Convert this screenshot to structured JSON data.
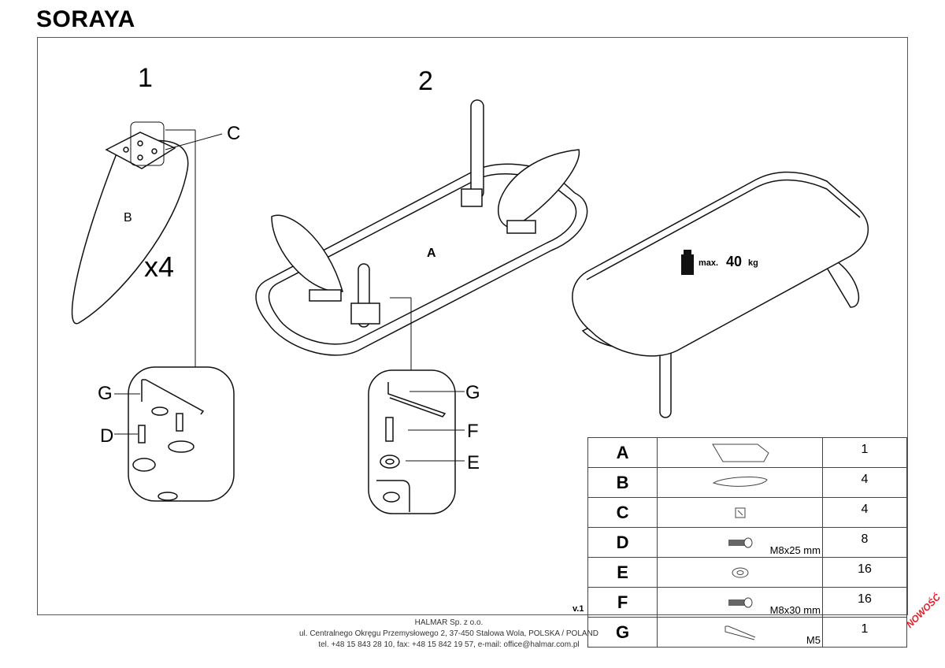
{
  "title": "SORAYA",
  "steps": {
    "step1": "1",
    "step2": "2"
  },
  "labels": {
    "part_b": "B",
    "part_a": "A",
    "multiplier": "x4",
    "c": "C",
    "g1": "G",
    "d1": "D",
    "g2": "G",
    "f2": "F",
    "e2": "E"
  },
  "load": {
    "max_label": "max.",
    "value": "40",
    "unit": "kg"
  },
  "version": "v.1",
  "parts": [
    {
      "code": "A",
      "spec": "",
      "qty": "1",
      "icon": "tabletop-icon"
    },
    {
      "code": "B",
      "spec": "",
      "qty": "4",
      "icon": "leg-icon"
    },
    {
      "code": "C",
      "spec": "",
      "qty": "4",
      "icon": "bracket-icon"
    },
    {
      "code": "D",
      "spec": "M8x25 mm",
      "qty": "8",
      "icon": "bolt-icon"
    },
    {
      "code": "E",
      "spec": "",
      "qty": "16",
      "icon": "washer-icon"
    },
    {
      "code": "F",
      "spec": "M8x30 mm",
      "qty": "16",
      "icon": "bolt-icon"
    },
    {
      "code": "G",
      "spec": "M5",
      "qty": "1",
      "icon": "allen-key-icon"
    }
  ],
  "footer": {
    "line1": "HALMAR Sp. z o.o.",
    "line2": "ul. Centralnego Okręgu Przemysłowego 2, 37-450 Stalowa Wola, POLSKA / POLAND",
    "line3": "tel. +48 15 843 28 10, fax: +48 15 842 19 57, e-mail: office@halmar.com.pl"
  },
  "badge": "NOWOŚĆ"
}
